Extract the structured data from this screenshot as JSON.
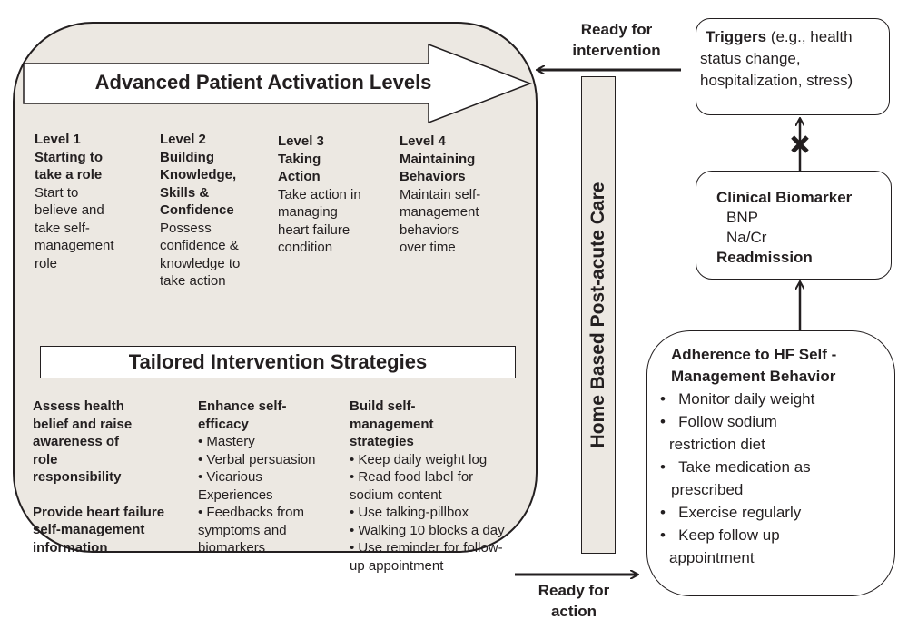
{
  "main_panel": {
    "activation_title": "Advanced Patient Activation Levels",
    "levels": [
      {
        "heading": [
          "Level 1",
          "Starting to",
          "take a role"
        ],
        "body": [
          "Start to",
          "believe and",
          "take self-",
          "management",
          "role"
        ]
      },
      {
        "heading": [
          "Level 2",
          "Building",
          "Knowledge,",
          "Skills &",
          "Confidence"
        ],
        "body": [
          "Possess",
          "confidence &",
          "knowledge to",
          "take action"
        ]
      },
      {
        "heading": [
          "Level 3",
          "Taking",
          "Action"
        ],
        "body": [
          "Take action in",
          "managing",
          "heart failure",
          "condition"
        ]
      },
      {
        "heading": [
          "Level 4",
          "Maintaining",
          "Behaviors"
        ],
        "body": [
          "Maintain self-",
          "management",
          "behaviors",
          "over time"
        ]
      }
    ],
    "strategies_title": "Tailored Intervention Strategies",
    "strategies": [
      {
        "lines_bold": [
          "Assess health",
          "belief and raise",
          "awareness of",
          "role",
          "responsibility"
        ],
        "lines_bold_2": [
          "Provide heart failure",
          "self-management",
          "information"
        ]
      },
      {
        "heading": [
          "Enhance self-",
          "efficacy"
        ],
        "items": [
          "• Mastery",
          "• Verbal persuasion",
          "• Vicarious",
          "Experiences",
          "• Feedbacks from",
          "symptoms and",
          "biomarkers"
        ]
      },
      {
        "heading": [
          "Build self-",
          "management",
          "strategies"
        ],
        "items": [
          "• Keep daily weight log",
          "• Read food label for",
          "sodium content",
          "• Use talking-pillbox",
          "• Walking 10 blocks a day",
          "• Use reminder for follow-",
          "up appointment"
        ]
      }
    ]
  },
  "home_bar": {
    "label": "Home Based Post-acute Care"
  },
  "connectors": {
    "ready_intervention": [
      "Ready for",
      "intervention"
    ],
    "ready_action": [
      "Ready for",
      "action"
    ]
  },
  "triggers": {
    "bold": "Triggers",
    "line1_rest": " (e.g.,  health",
    "line2": "status change,",
    "line3": "hospitalization,  stress)"
  },
  "biomarker": {
    "title": "Clinical Biomarker",
    "items": [
      "BNP",
      "Na/Cr"
    ],
    "footer": "Readmission"
  },
  "adherence": {
    "title": [
      "Adherence to HF Self -",
      "Management Behavior"
    ],
    "items": [
      [
        "Monitor daily weight"
      ],
      [
        "Follow sodium",
        "restriction diet"
      ],
      [
        "Take medication as",
        "prescribed"
      ],
      [
        "Exercise regularly"
      ],
      [
        "Keep follow up",
        "appointment"
      ]
    ]
  },
  "colors": {
    "panel_fill": "#ece8e2",
    "stroke": "#231f20",
    "box_fill": "#ffffff"
  }
}
